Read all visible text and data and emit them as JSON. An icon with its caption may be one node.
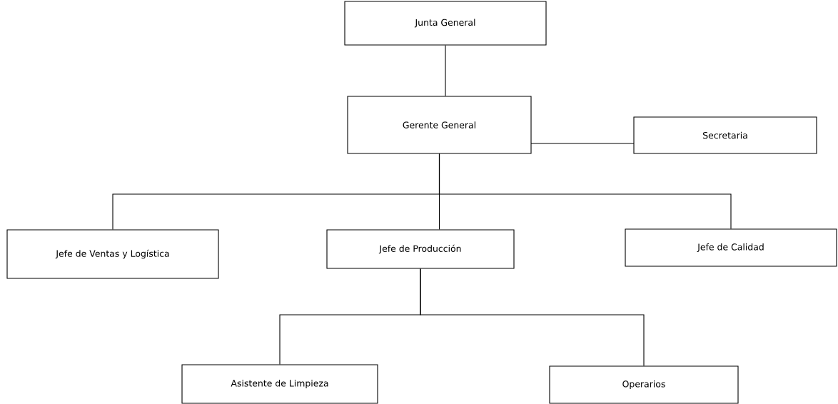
{
  "diagram": {
    "nodes": [
      {
        "text": [
          "Junta General"
        ]
      },
      {
        "text": [
          "Gerente General"
        ]
      },
      {
        "text": [
          "Secretaria"
        ]
      },
      {
        "text": [
          "Jefe de Ventas y Logística"
        ]
      },
      {
        "text": [
          "Jefe de Producción"
        ]
      },
      {
        "text": [
          "Jefe de Calidad"
        ]
      },
      {
        "text": [
          "Asistente de Limpieza"
        ]
      },
      {
        "text": [
          "Operarios"
        ]
      }
    ],
    "edges": [
      {
        "from": 0,
        "to": 1,
        "arrow": "none"
      },
      {
        "from": 1,
        "to": 2,
        "arrow": "none"
      },
      {
        "from": 1,
        "to": 3,
        "arrow": "none"
      },
      {
        "from": 1,
        "to": 4,
        "arrow": "none"
      },
      {
        "from": 1,
        "to": 5,
        "arrow": "none"
      },
      {
        "from": 4,
        "to": 6,
        "arrow": "none"
      },
      {
        "from": 4,
        "to": 7,
        "arrow": "none"
      }
    ]
  }
}
